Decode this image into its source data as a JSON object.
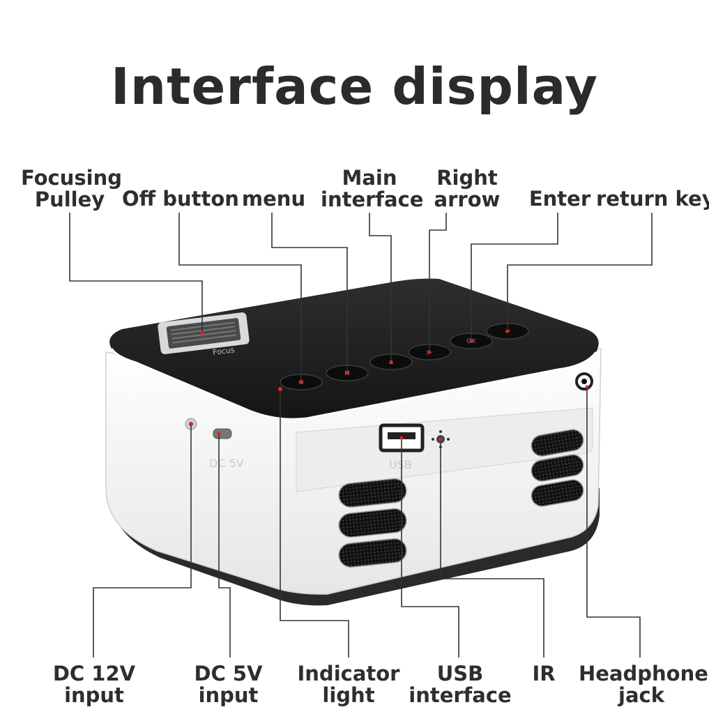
{
  "title": "Interface display",
  "labels_top": {
    "focusing_pulley": [
      "Focusing",
      "Pulley"
    ],
    "off_button": "Off button",
    "menu": "menu",
    "main_interface": [
      "Main",
      "interface"
    ],
    "right_arrow": [
      "Right",
      "arrow"
    ],
    "enter": "Enter",
    "return_key": "return key"
  },
  "labels_bottom": {
    "dc12v": [
      "DC 12V",
      "input"
    ],
    "dc5v": [
      "DC 5V",
      "input"
    ],
    "indicator": [
      "Indicator",
      "light"
    ],
    "usb": [
      "USB",
      "interface"
    ],
    "ir": "IR",
    "headphone": [
      "Headphone",
      "jack"
    ]
  },
  "device_marks": {
    "focus_word": "Focus",
    "dc5v_mark": "DC 5V",
    "usb_mark": "USB"
  },
  "colors": {
    "body_white": "#f4f4f4",
    "top_black": "#1e1e1e",
    "leader_line": "#333333",
    "dot_red": "#e02020"
  }
}
